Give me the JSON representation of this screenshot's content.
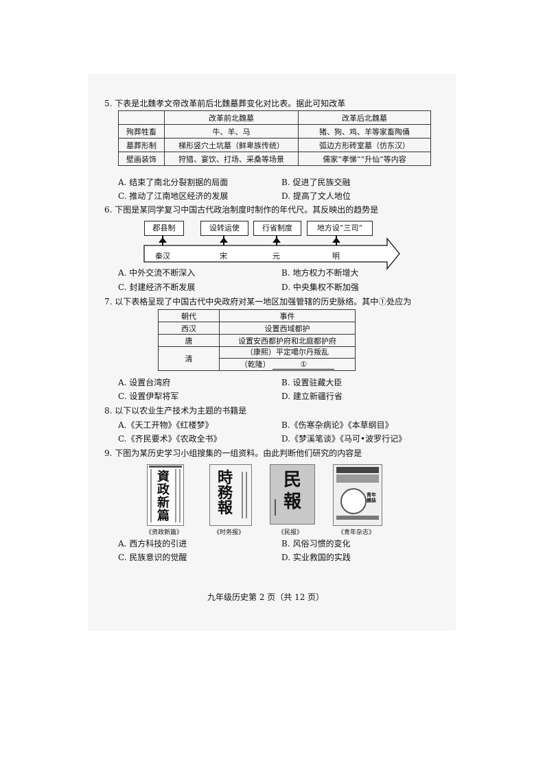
{
  "q5": {
    "stem": "5.  下表是北魏孝文帝改革前后北魏墓葬变化对比表。据此可知改革",
    "table": {
      "headers": [
        "",
        "改革前北魏墓",
        "改革后北魏墓"
      ],
      "rows": [
        [
          "殉葬牲畜",
          "牛、羊、马",
          "猪、狗、鸡、羊等家畜陶俑"
        ],
        [
          "墓葬形制",
          "梯形竖穴土坑墓（鲜卑族传统）",
          "弧边方形砖室墓（仿东汉）"
        ],
        [
          "壁画装饰",
          "狩猎、宴饮、打场、采桑等场景",
          "儒家“孝悌”“升仙”等内容"
        ]
      ]
    },
    "options": [
      "A.  结束了南北分裂割据的局面",
      "B.  促进了民族交融",
      "C.  推动了江南地区经济的发展",
      "D.  提高了文人地位"
    ]
  },
  "q6": {
    "stem": "6.  下图是某同学复习中国古代政治制度时制作的年代尺。其反映出的趋势是",
    "events": [
      "郡县制",
      "设转运使",
      "行省制度",
      "地方设“三司”"
    ],
    "periods": [
      "秦汉",
      "宋",
      "元",
      "明"
    ],
    "options": [
      "A.  中外交流不断深入",
      "B.  地方权力不断增大",
      "C.  封建经济不断发展",
      "D.  中央集权不断加强"
    ]
  },
  "q7": {
    "stem": "7.  以下表格呈现了中国古代中央政府对某一地区加强管辖的历史脉络。其中①处应为",
    "headers": [
      "朝代",
      "事件"
    ],
    "rows": [
      {
        "dynasty": "西汉",
        "event": "设置西域都护"
      },
      {
        "dynasty": "唐",
        "event": "设置安西都护府和北庭都护府"
      },
      {
        "dynasty": "清",
        "event": "（康熙）平定噶尔丹叛乱"
      }
    ],
    "qing_row2_prefix": "（乾隆）",
    "blank_mark": "①",
    "options": [
      "A.  设置台湾府",
      "B.  设置驻藏大臣",
      "C.  设置伊犁将军",
      "D.  建立新疆行省"
    ]
  },
  "q8": {
    "stem": "8.  以下以农业生产技术为主题的书籍是",
    "options": [
      "A.《天工开物》《红楼梦》",
      "B.《伤寒杂病论》《本草纲目》",
      "C.《齐民要术》《农政全书》",
      "D.《梦溪笔谈》《马可•波罗行记》"
    ]
  },
  "q9": {
    "stem": "9.  下图为某历史学习小组搜集的一组资料。由此判断他们研究的内容是",
    "covers": [
      {
        "title": "資政新篇",
        "caption": "《资政新篇》"
      },
      {
        "title": "時務報",
        "caption": "《时务报》"
      },
      {
        "title": "民報",
        "caption": "《民报》"
      },
      {
        "title": "青年雜誌",
        "caption": "《青年杂志》"
      }
    ],
    "options": [
      "A.  西方科技的引进",
      "B.  风俗习惯的变化",
      "C.  民族意识的觉醒",
      "D.  实业救国的实践"
    ]
  },
  "footer": "九年级历史第 2 页（共 12 页）"
}
